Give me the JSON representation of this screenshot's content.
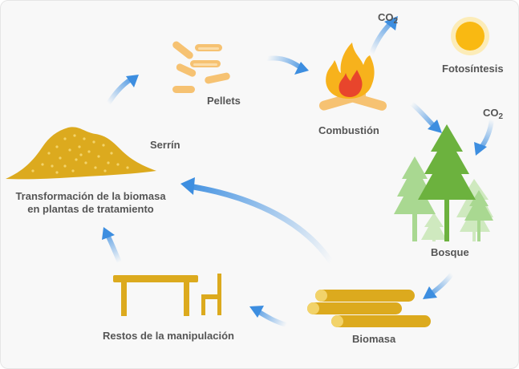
{
  "labels": {
    "pellets": "Pellets",
    "combustion": "Combustión",
    "fotosintesis": "Fotosíntesis",
    "co2_main": "CO",
    "co2_sub": "2",
    "co2_forest_main": "CO",
    "co2_forest_sub": "2",
    "serrin": "Serrín",
    "transformacion_line1": "Transformación de la biomasa",
    "transformacion_line2": "en plantas de tratamiento",
    "bosque": "Bosque",
    "biomasa": "Biomasa",
    "restos": "Restos de la manipulación"
  },
  "colors": {
    "background": "#f8f8f8",
    "wood": "#dcaa1e",
    "wood_light": "#f2d36a",
    "pellet": "#f6c272",
    "pellet_light": "#fbdca8",
    "fire_outer": "#f7b21c",
    "fire_inner": "#e8452c",
    "tree_dark": "#6cb23e",
    "tree_light": "#a9d891",
    "tree_pale": "#cfe9bf",
    "sun": "#f9b912",
    "arrow": "#3d8ee0",
    "label": "#555555"
  },
  "icons": [
    "pellets-icon",
    "fire-icon",
    "sun-icon",
    "forest-icon",
    "logs-icon",
    "furniture-icon",
    "sawdust-icon"
  ]
}
